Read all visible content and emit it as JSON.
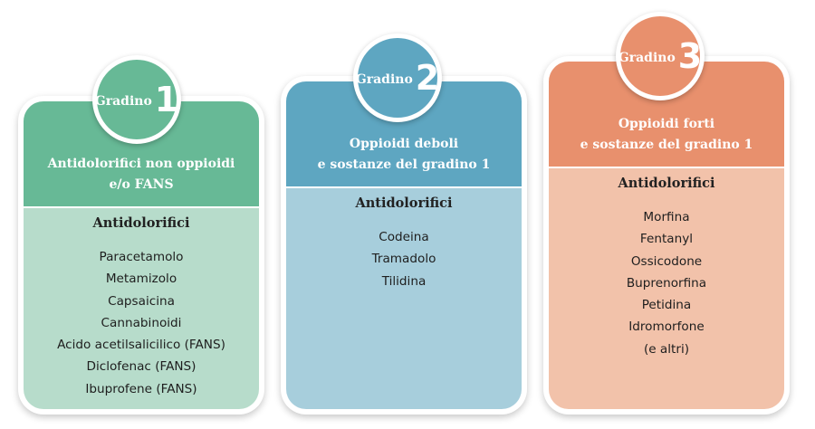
{
  "colors": {
    "step1_head": "#67b996",
    "step1_body": "#b7dccb",
    "step2_head": "#5ea6c1",
    "step2_body": "#a7cedc",
    "step3_head": "#e8906d",
    "step3_body": "#f2c2aa"
  },
  "steps": [
    {
      "badge_word": "Gradino",
      "badge_number": "1",
      "header": "Antidolorifici non oppioidi\ne/o FANS",
      "body_title": "Antidolorifici",
      "items": [
        "Paracetamolo",
        "Metamizolo",
        "Capsaicina",
        "Cannabinoidi",
        "Acido acetilsalicilico (FANS)",
        "Diclofenac (FANS)",
        "Ibuprofene (FANS)"
      ]
    },
    {
      "badge_word": "Gradino",
      "badge_number": "2",
      "header": "Oppioidi deboli\ne sostanze del gradino 1",
      "body_title": "Antidolorifici",
      "items": [
        "Codeina",
        "Tramadolo",
        "Tilidina"
      ]
    },
    {
      "badge_word": "Gradino",
      "badge_number": "3",
      "header": "Oppioidi forti\ne sostanze del gradino 1",
      "body_title": "Antidolorifici",
      "items": [
        "Morfina",
        "Fentanyl",
        "Ossicodone",
        "Buprenorfina",
        "Petidina",
        "Idromorfone",
        "(e altri)"
      ]
    }
  ]
}
